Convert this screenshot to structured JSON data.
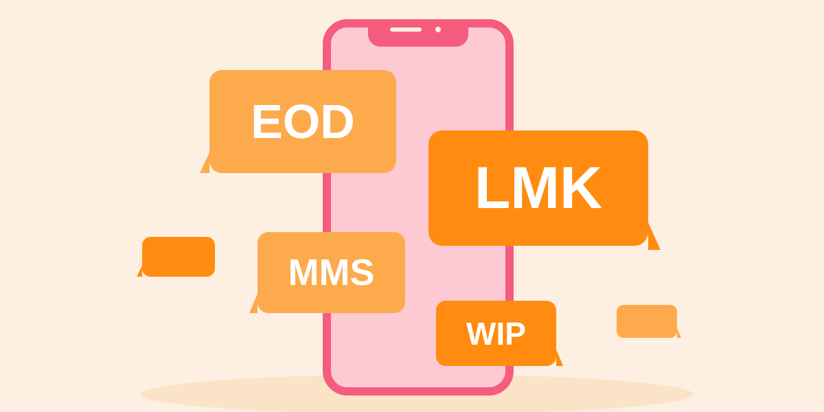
{
  "bubbles": {
    "eod": "EOD",
    "lmk": "LMK",
    "mms": "MMS",
    "wip": "WIP"
  },
  "colors": {
    "background": "#fdf0e2",
    "phone_frame": "#f45d7e",
    "phone_screen": "#fdc9d3",
    "bubble_light": "#fdaa4d",
    "bubble_dark": "#ff8c10",
    "ground_shadow": "#fbe3c8",
    "text": "#ffffff"
  },
  "icons": [
    "smartphone-icon",
    "chat-bubble-icon"
  ]
}
